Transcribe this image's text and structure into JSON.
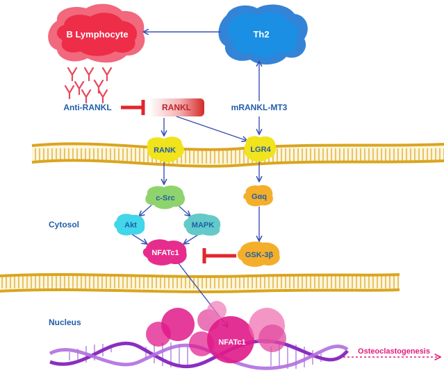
{
  "nodes": {
    "b_lymphocyte": "B Lymphocyte",
    "th2": "Th2",
    "anti_rankl": "Anti-RANKL",
    "rankl": "RANKL",
    "mrankl_mt3": "mRANKL-MT3",
    "rank": "RANK",
    "lgr4": "LGR4",
    "c_src": "c-Src",
    "g_alpha_q": "Gαq",
    "akt": "Akt",
    "mapk": "MAPK",
    "nfatc1_cytosol": "NFATc1",
    "gsk3b": "GSK-3β",
    "nfatc1_nucleus": "NFATc1",
    "osteoclastogenesis": "Osteoclastogenesis"
  },
  "regions": {
    "cytosol": "Cytosol",
    "nucleus": "Nucleus"
  },
  "colors": {
    "b_lymphocyte": "#ee3b55",
    "th2": "#1a8fe3",
    "label_blue": "#1f5fa8",
    "rankl_red": "#d42a2a",
    "inhibit_red": "#e2262c",
    "receptor_yellow": "#f1e31c",
    "kinase_green": "#8fd36c",
    "akt_cyan": "#41d6ea",
    "mapk_teal": "#63c9c9",
    "nfatc1_magenta": "#e62c8c",
    "g_orange": "#f4ae2a",
    "arrow_blue": "#3a4fb5",
    "membrane_gold": "#d9a520",
    "dna_purple": "#8a2fc0",
    "osteoclast_pink": "#e2197b"
  }
}
